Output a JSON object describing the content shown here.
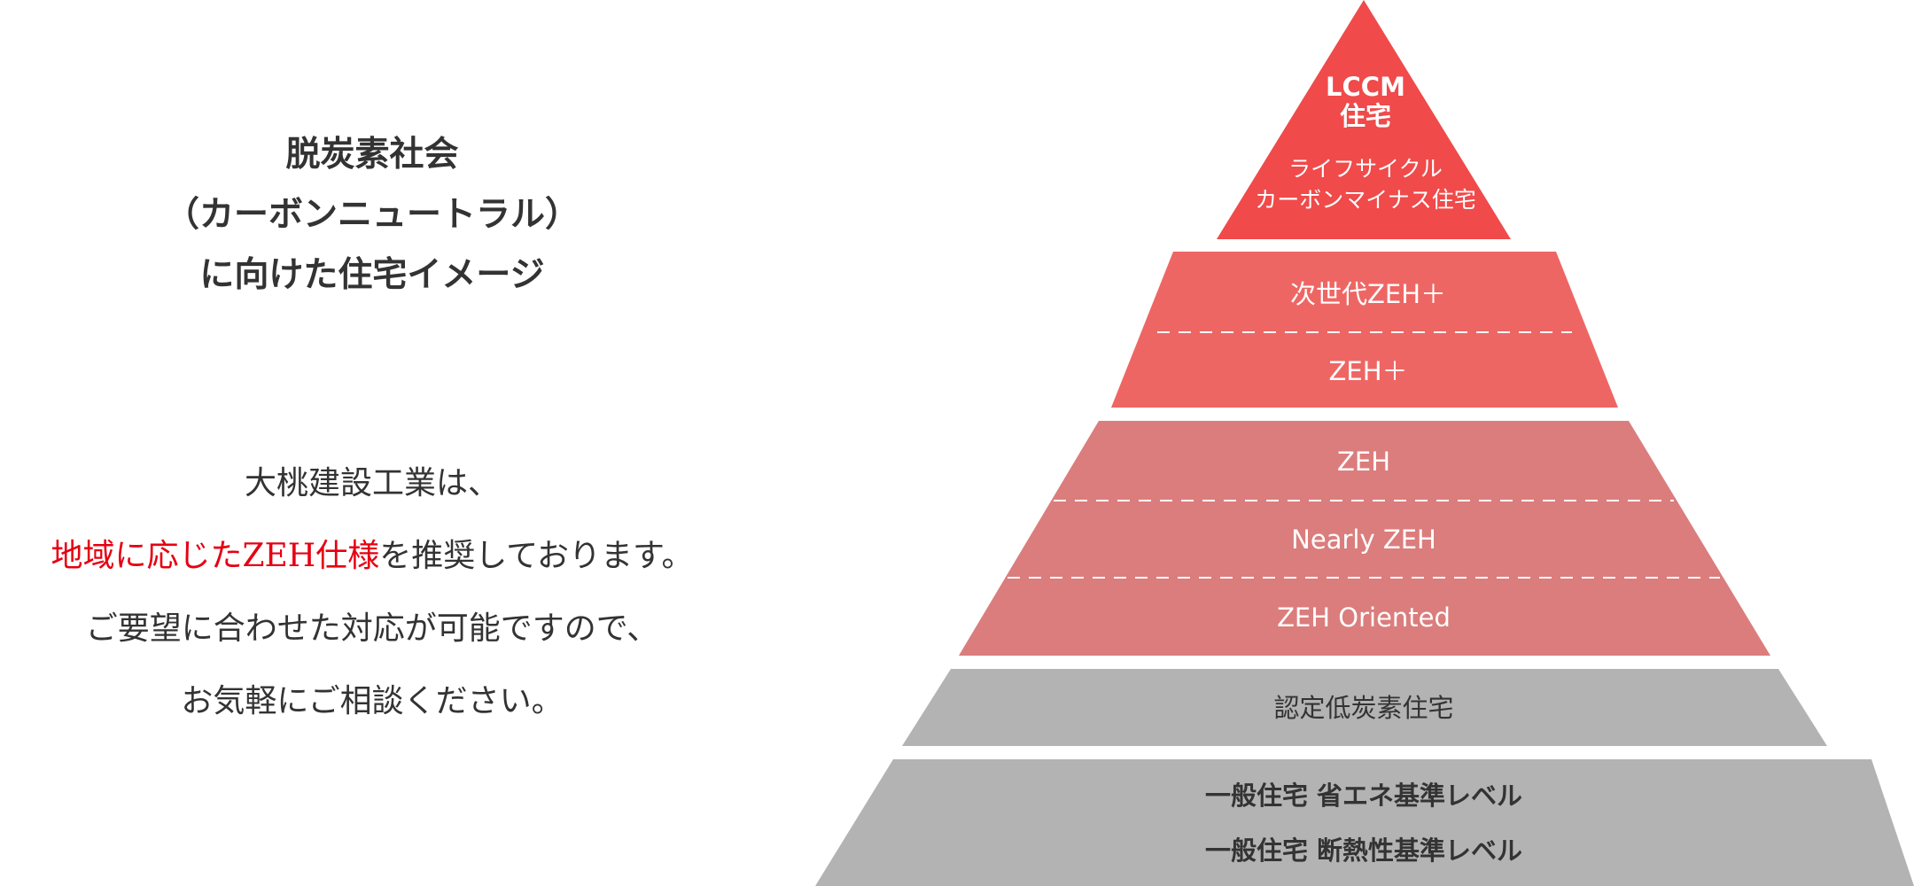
{
  "heading": {
    "line1": "脱炭素社会",
    "line2": "（カーボンニュートラル）",
    "line3": "に向けた住宅イメージ"
  },
  "message": {
    "line1": "大桃建設工業は、",
    "line2_highlight": "地域に応じたZEH仕様",
    "line2_rest": "を推奨しております。",
    "line3": "ご要望に合わせた対応が可能ですので、",
    "line4": "お気軽にご相談ください。"
  },
  "pyramid": {
    "top": {
      "title_line1": "LCCM",
      "title_line2": "住宅",
      "sub_line1": "ライフサイクル",
      "sub_line2": "カーボンマイナス住宅"
    },
    "tier2": [
      "次世代ZEH＋",
      "ZEH＋"
    ],
    "tier3": [
      "ZEH",
      "Nearly ZEH",
      "ZEH Oriented"
    ],
    "tier4": [
      "認定低炭素住宅"
    ],
    "tier5": [
      "一般住宅 省エネ基準レベル",
      "一般住宅 断熱性基準レベル"
    ]
  },
  "colors": {
    "tier1": "#f04a4a",
    "tier2": "#ee6664",
    "tier3": "#db7d7d",
    "tier4": "#b3b3b3",
    "tier5": "#b3b3b3",
    "accent_text": "#e60012"
  }
}
